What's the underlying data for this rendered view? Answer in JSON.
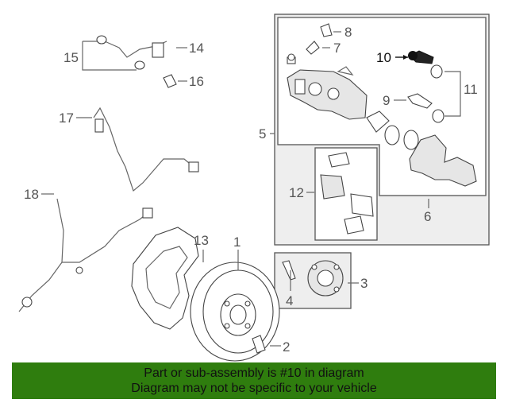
{
  "callouts": {
    "c1": "1",
    "c2": "2",
    "c3": "3",
    "c4": "4",
    "c5": "5",
    "c6": "6",
    "c7": "7",
    "c8": "8",
    "c9": "9",
    "c10": "10",
    "c11": "11",
    "c12": "12",
    "c13": "13",
    "c14": "14",
    "c15": "15",
    "c16": "16",
    "c17": "17",
    "c18": "18"
  },
  "highlighted_part": "10",
  "banner": {
    "line1": "Part or sub-assembly is #10 in diagram",
    "line2": "Diagram may not be specific to your vehicle",
    "color": "#2f7d0e"
  }
}
